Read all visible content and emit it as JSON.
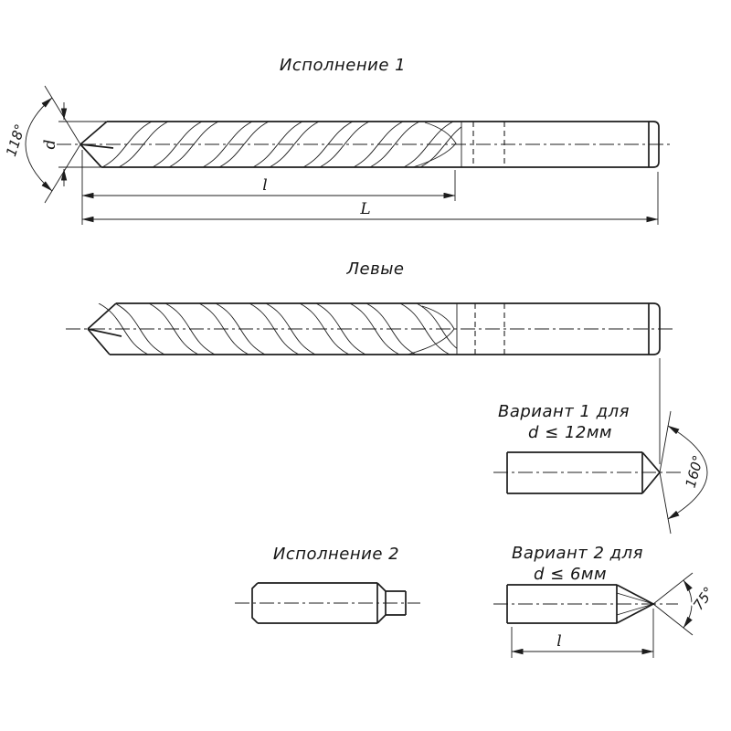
{
  "titles": {
    "version1": "Исполнение 1",
    "left_hand": "Левые",
    "version2": "Исполнение 2",
    "variant1_line1": "Вариант 1 для",
    "variant1_line2": "d ≤ 12мм",
    "variant2_line1": "Вариант 2 для",
    "variant2_line2": "d ≤ 6мм"
  },
  "dimensions": {
    "point_angle": "118°",
    "diameter": "d",
    "flute_length": "l",
    "overall_length": "L",
    "variant1_angle": "160°",
    "variant2_angle": "75°",
    "variant2_length": "l"
  },
  "colors": {
    "background": "#ffffff",
    "line": "#1c1c1c",
    "text": "#151515"
  }
}
